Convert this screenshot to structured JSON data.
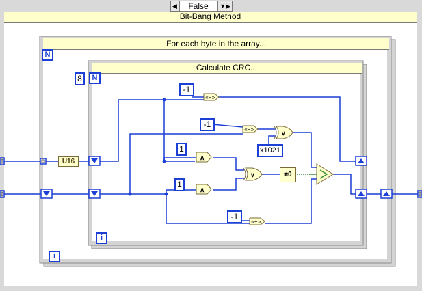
{
  "case_structure": {
    "selector": "False",
    "prev_arrow": "◀",
    "next_arrow": "▼▶",
    "subdiagram_label": "Bit-Bang Method",
    "border_color": "#d9d9d9"
  },
  "outer_loop": {
    "label": "For each byte in the array...",
    "count_terminal": "N",
    "iteration_terminal": "i"
  },
  "inner_loop": {
    "label": "Calculate CRC...",
    "count_terminal": "N",
    "count_value": "8",
    "iteration_terminal": "i"
  },
  "constants": {
    "neg_one_a": "-1",
    "neg_one_b": "-1",
    "neg_one_c": "-1",
    "one_a": "1",
    "one_b": "1",
    "hex_1021": "x1021"
  },
  "conversion": {
    "label": "U16"
  },
  "functions": {
    "not_equal_zero": "≠0"
  },
  "wire_color": "#1c3fd6"
}
